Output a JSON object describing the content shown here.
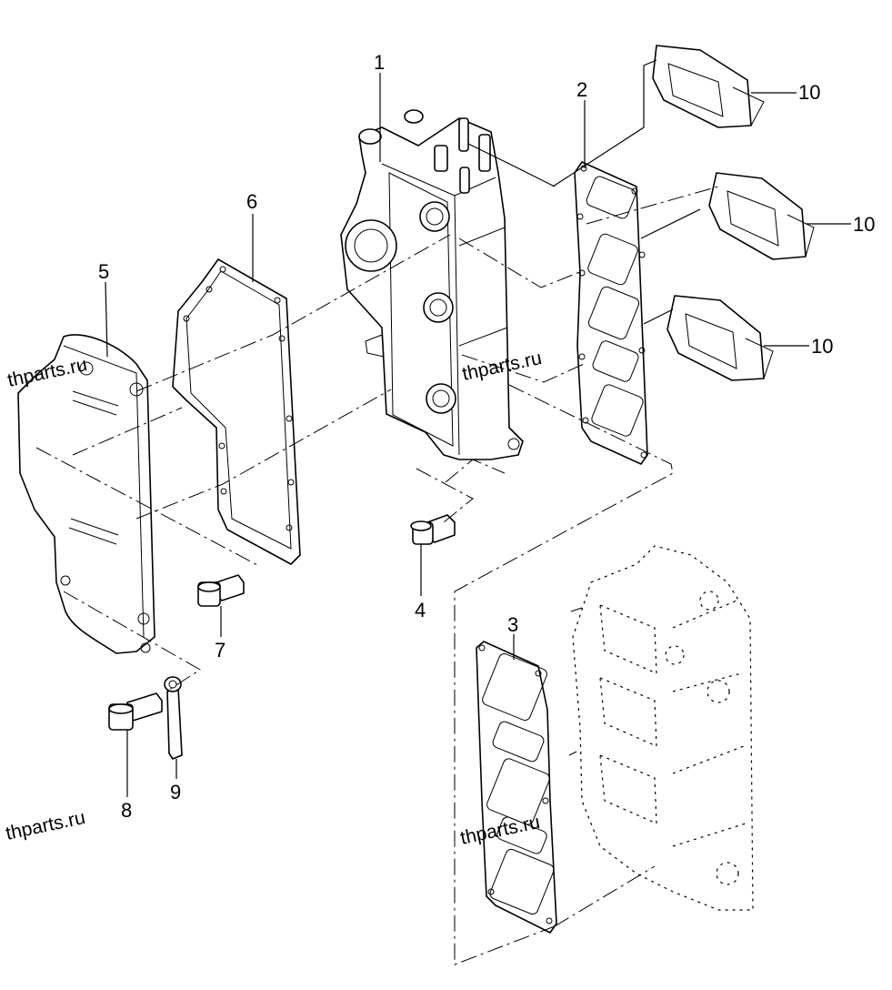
{
  "watermark": "thparts.ru",
  "callouts": {
    "c1": "1",
    "c2": "2",
    "c3": "3",
    "c4": "4",
    "c5": "5",
    "c6": "6",
    "c7": "7",
    "c8": "8",
    "c9": "9",
    "c10a": "10",
    "c10b": "10",
    "c10c": "10"
  },
  "colors": {
    "ink": "#000000",
    "paper": "#ffffff"
  }
}
